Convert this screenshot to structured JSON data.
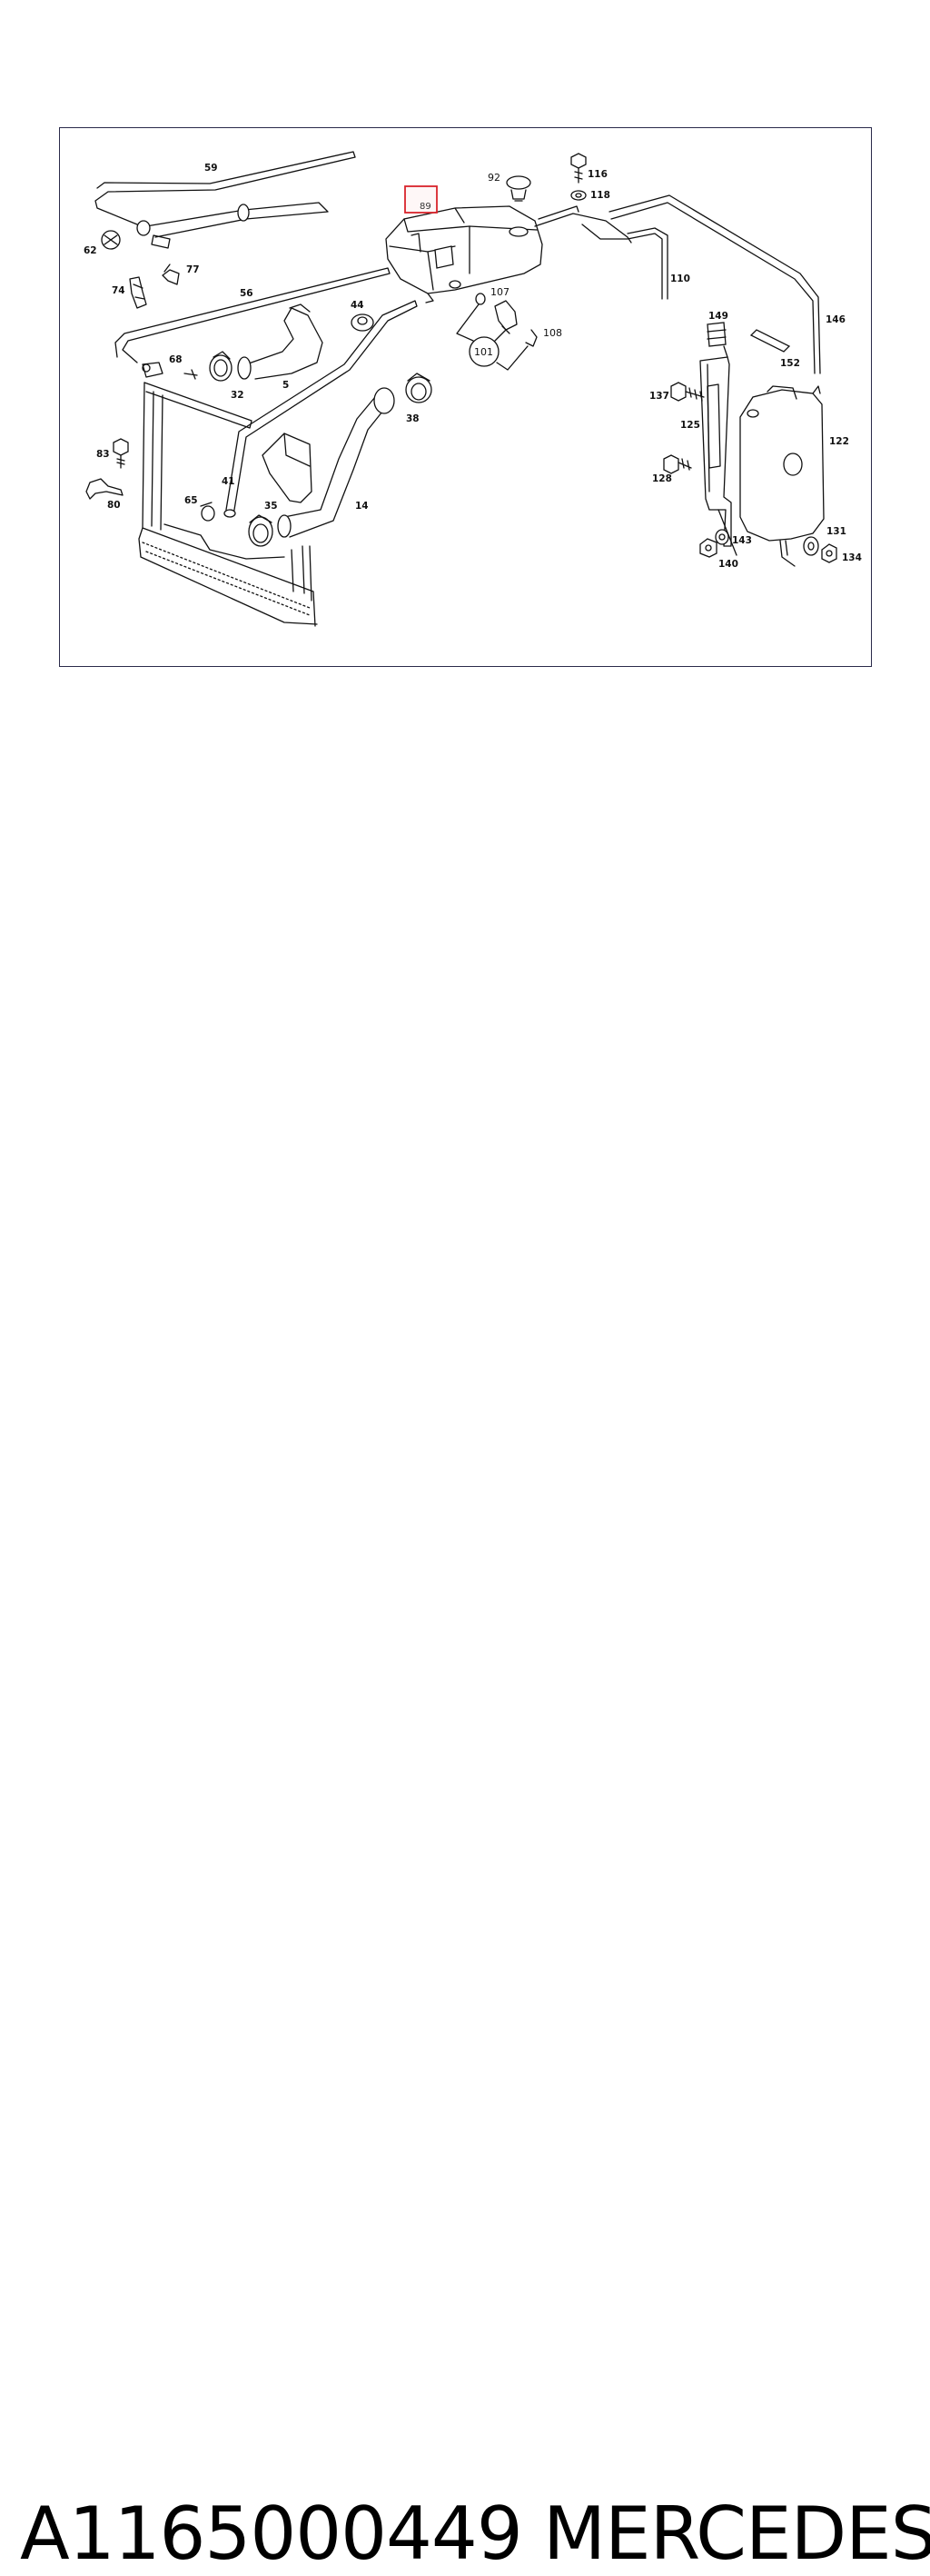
{
  "diagram": {
    "highlight_color": "#d9242b",
    "highlighted_callout": "89",
    "callouts": {
      "c59": "59",
      "c62": "62",
      "c77": "77",
      "c74": "74",
      "c56": "56",
      "c68": "68",
      "c32": "32",
      "c5": "5",
      "c44": "44",
      "c83": "83",
      "c80": "80",
      "c41": "41",
      "c65": "65",
      "c35": "35",
      "c14": "14",
      "c38": "38",
      "c89": "89",
      "c92": "92",
      "c116": "116",
      "c118": "118",
      "c107": "107",
      "c101": "101",
      "c108": "108",
      "c110": "110",
      "c146": "146",
      "c149": "149",
      "c152": "152",
      "c137": "137",
      "c125": "125",
      "c128": "128",
      "c122": "122",
      "c131": "131",
      "c143": "143",
      "c134": "134",
      "c140": "140"
    }
  },
  "caption": {
    "part_number": "A1165000449",
    "brand": "MERCEDES"
  }
}
